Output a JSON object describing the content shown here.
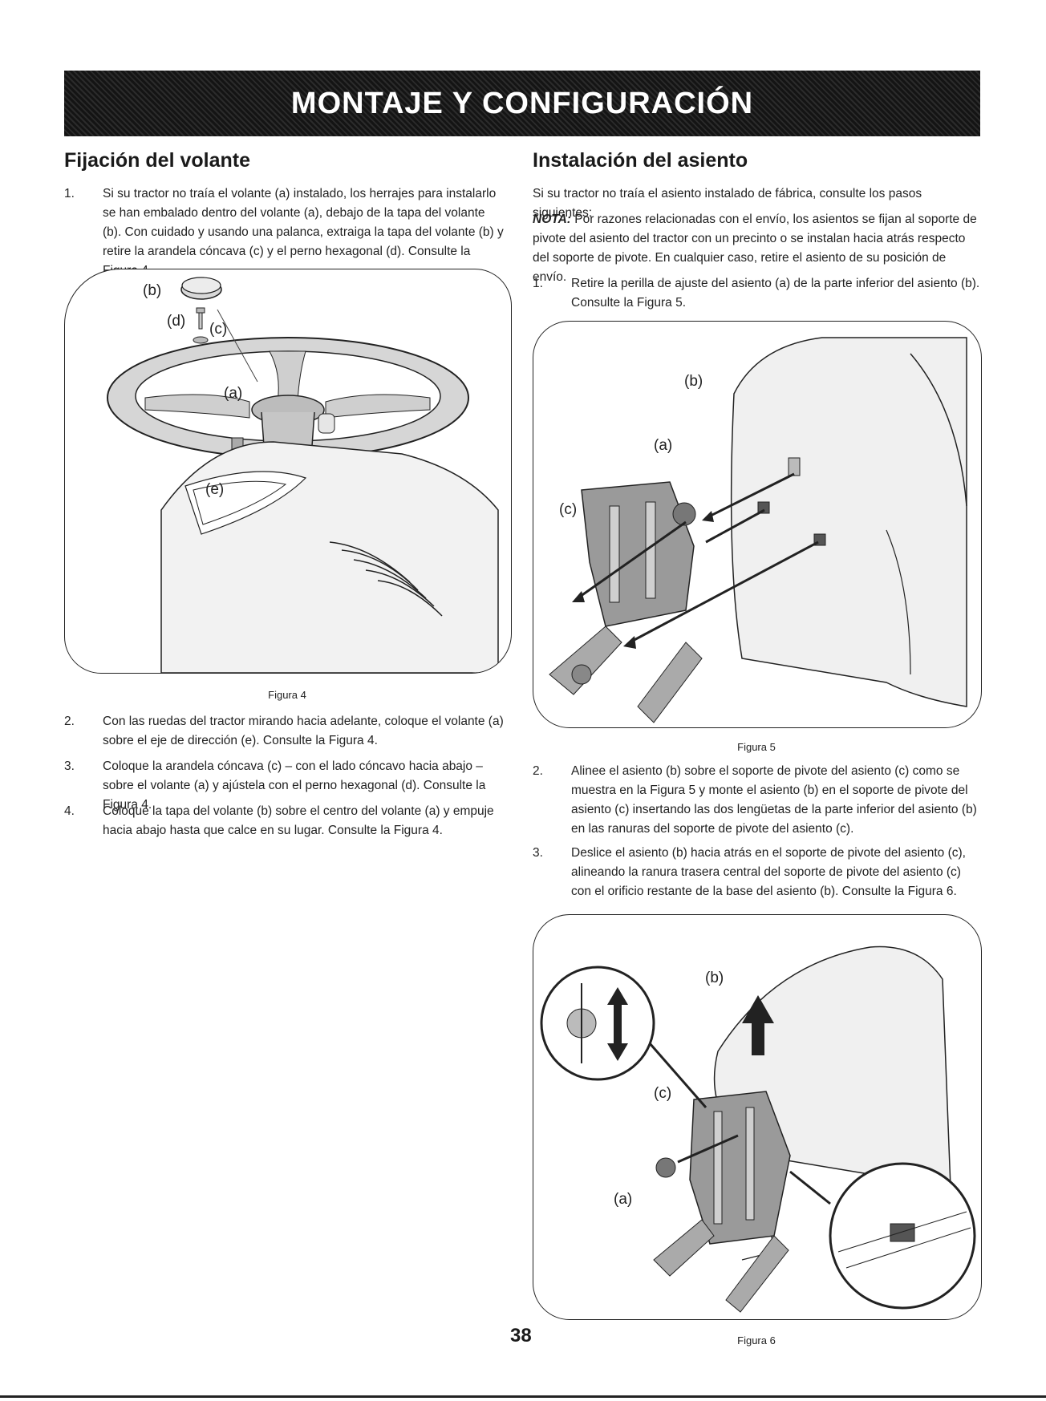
{
  "header": {
    "title": "MONTAJE Y CONFIGURACIÓN"
  },
  "left": {
    "heading": "Fijación del volante",
    "step1": {
      "num": "1.",
      "text": "Si su tractor no traía el volante (a) instalado, los herrajes para instalarlo se han embalado dentro del volante (a), debajo de la tapa del volante (b). Con cuidado y usando una palanca, extraiga la tapa del volante (b) y retire la arandela cóncava (c) y el perno hexagonal (d). Consulte la Figura 4."
    },
    "figure4": {
      "caption": "Figura 4",
      "labels": {
        "b": "(b)",
        "d": "(d)",
        "c": "(c)",
        "a": "(a)",
        "e": "(e)"
      }
    },
    "steps": [
      {
        "num": "2.",
        "text": "Con las ruedas del tractor mirando hacia adelante, coloque el volante (a) sobre el eje de dirección (e). Consulte la Figura 4."
      },
      {
        "num": "3.",
        "text": "Coloque la arandela cóncava (c) – con el lado cóncavo hacia abajo – sobre el volante (a) y ajústela con el perno hexagonal (d). Consulte la Figura 4."
      },
      {
        "num": "4.",
        "text": "Coloque la tapa del volante (b) sobre el centro del volante (a) y empuje hacia abajo hasta que calce en su lugar. Consulte la Figura 4."
      }
    ]
  },
  "right": {
    "heading": "Instalación del asiento",
    "intro": "Si su tractor no traía el asiento instalado de fábrica, consulte los pasos siguientes:",
    "note_label": "NOTA:",
    "note_text": " Por razones relacionadas con el envío, los asientos se fijan al soporte de pivote del asiento del tractor con un precinto o se instalan hacia atrás respecto del soporte de pivote. En cualquier caso, retire el asiento de su posición de envío.",
    "step1": {
      "num": "1.",
      "text": "Retire la perilla de ajuste del asiento (a) de la parte inferior del asiento (b). Consulte la Figura 5."
    },
    "figure5": {
      "caption": "Figura 5",
      "labels": {
        "b": "(b)",
        "a": "(a)",
        "c": "(c)"
      }
    },
    "step2": {
      "num": "2.",
      "text": "Alinee el asiento (b) sobre el soporte de pivote del asiento (c) como se muestra en la Figura 5 y monte el asiento (b) en el soporte de pivote del asiento (c) insertando las dos lengüetas de la parte inferior del asiento (b) en las ranuras del soporte de pivote del asiento (c)."
    },
    "step3": {
      "num": "3.",
      "text": "Deslice el asiento (b) hacia atrás en el soporte de pivote del asiento (c), alineando la ranura trasera central del soporte de pivote del asiento (c) con el orificio restante de la base del asiento (b). Consulte la Figura 6."
    },
    "figure6": {
      "caption": "Figura 6",
      "labels": {
        "b": "(b)",
        "c": "(c)",
        "a": "(a)"
      }
    }
  },
  "footer": {
    "page_number": "38"
  }
}
